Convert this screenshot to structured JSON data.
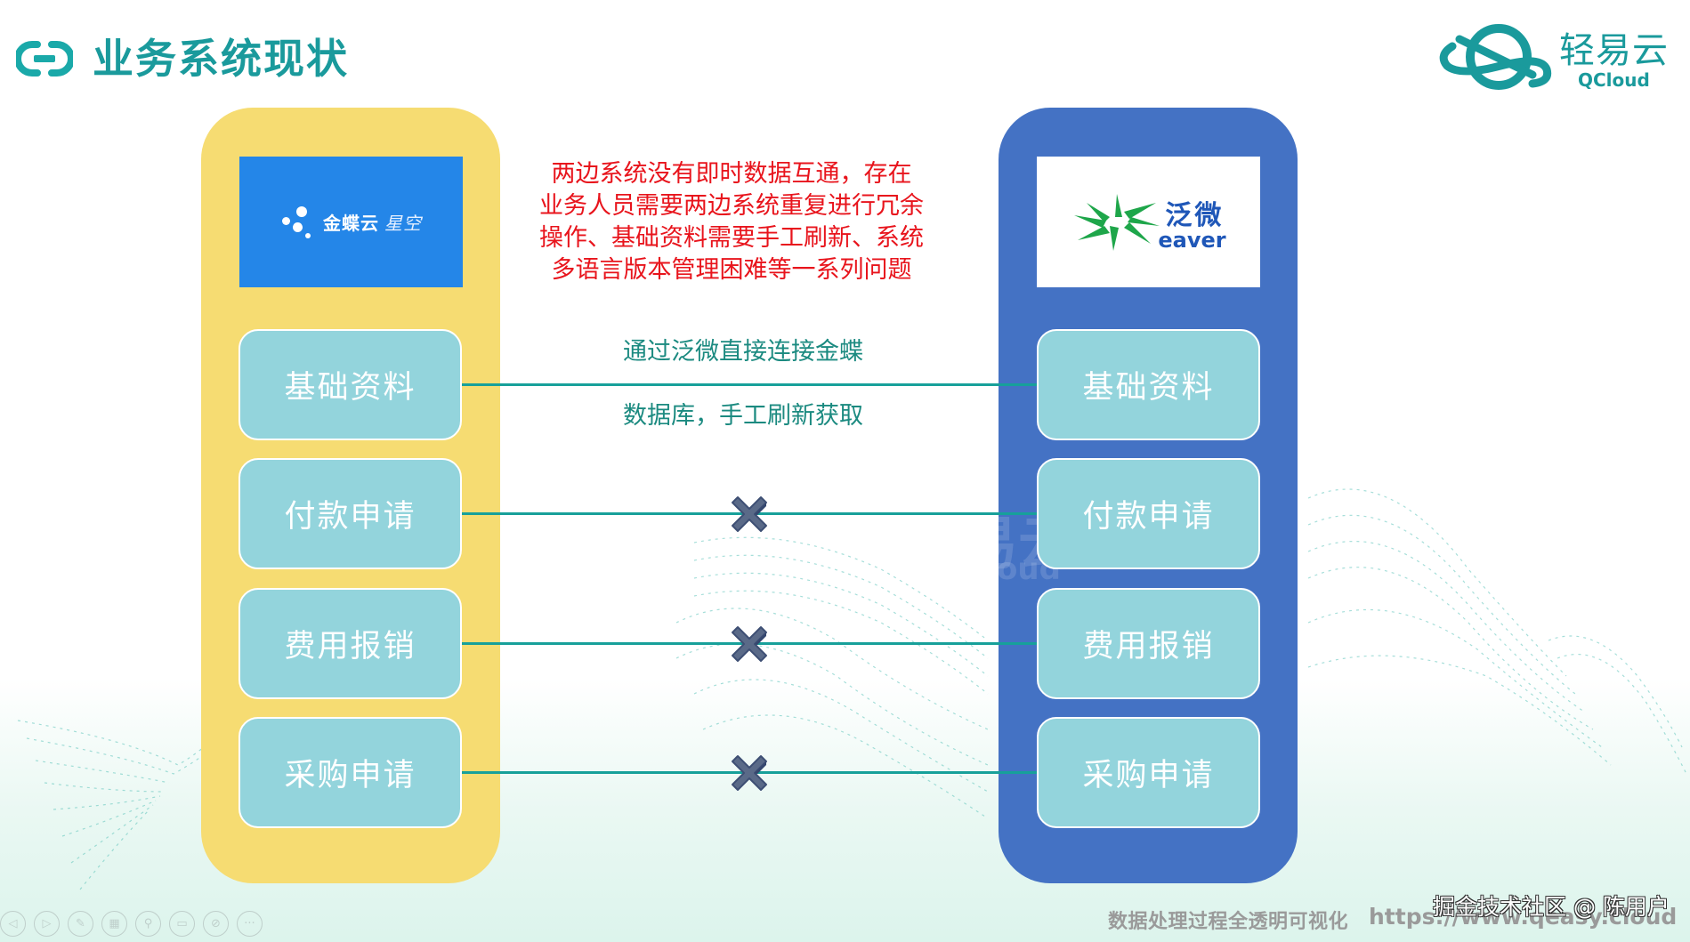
{
  "header": {
    "title": "业务系统现状",
    "title_icon": "link-icon",
    "brand": {
      "name_cn": "轻易云",
      "name_en": "QCloud"
    }
  },
  "left_system": {
    "logo_text": "金蝶云",
    "logo_subtext": "星空",
    "panel_color": "#f6dc72",
    "logo_bg": "#2486e8",
    "modules": [
      {
        "label": "基础资料"
      },
      {
        "label": "付款申请"
      },
      {
        "label": "费用报销"
      },
      {
        "label": "采购申请"
      }
    ]
  },
  "right_system": {
    "logo_text_cn": "泛微",
    "logo_text_en": "eaver",
    "panel_color": "#4472c4",
    "modules": [
      {
        "label": "基础资料"
      },
      {
        "label": "付款申请"
      },
      {
        "label": "费用报销"
      },
      {
        "label": "采购申请"
      }
    ]
  },
  "problem_statement": {
    "lines": [
      "两边系统没有即时数据互通，存在",
      "业务人员需要两边系统重复进行冗余",
      "操作、基础资料需要手工刷新、系统",
      "多语言版本管理困难等一系列问题"
    ],
    "color": "#e8141c"
  },
  "connections": [
    {
      "from": "基础资料",
      "to": "基础资料",
      "status": "connected",
      "note_top": "通过泛微直接连接金蝶",
      "note_bottom": "数据库，手工刷新获取"
    },
    {
      "from": "付款申请",
      "to": "付款申请",
      "status": "broken",
      "icon": "x-icon"
    },
    {
      "from": "费用报销",
      "to": "费用报销",
      "status": "broken",
      "icon": "x-icon"
    },
    {
      "from": "采购申请",
      "to": "采购申请",
      "status": "broken",
      "icon": "x-icon"
    }
  ],
  "watermark": {
    "cn": "易云",
    "en": "oud"
  },
  "footer": {
    "slogan": "数据处理过程全透明可视化",
    "url": "https://www.qeasy.cloud",
    "credit": "掘金技术社区 @ 陈用户"
  },
  "slideshow_controls": [
    {
      "name": "previous",
      "icon": "◁"
    },
    {
      "name": "next",
      "icon": "▷"
    },
    {
      "name": "pen",
      "icon": "✎"
    },
    {
      "name": "slides",
      "icon": "▦"
    },
    {
      "name": "zoom",
      "icon": "⚲"
    },
    {
      "name": "subtitles",
      "icon": "▭"
    },
    {
      "name": "camera-off",
      "icon": "⊘"
    },
    {
      "name": "more",
      "icon": "···"
    }
  ],
  "colors": {
    "accent": "#1a9a9c",
    "connector": "#17a09a",
    "module_fill": "#93d4dc",
    "x_mark": "#4d5f80"
  }
}
